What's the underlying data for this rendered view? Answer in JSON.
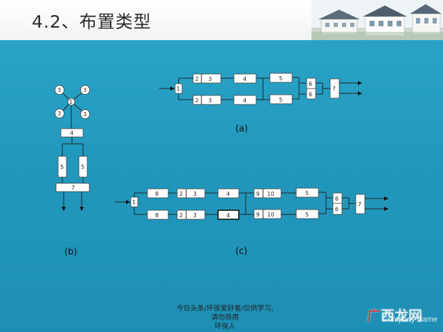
{
  "slide": {
    "title": "4.2、布置类型",
    "company": "Company Name",
    "footer_note": [
      "今日头条/环保爱好者/仅供学习,",
      "请勿商用",
      "环保人"
    ],
    "watermark_accent": "广",
    "watermark_text": "西龙网"
  },
  "diagram": {
    "a": {
      "caption": "(a)",
      "labels": [
        "1",
        "2",
        "3",
        "4",
        "5",
        "2",
        "3",
        "4",
        "5",
        "6",
        "6",
        "7"
      ]
    },
    "b": {
      "caption": "(b)",
      "labels": [
        "3",
        "3",
        "1",
        "3",
        "3",
        "4",
        "5",
        "5",
        "7"
      ]
    },
    "c": {
      "caption": "(c)",
      "labels": [
        "1",
        "8",
        "2",
        "3",
        "4",
        "9",
        "10",
        "5",
        "8",
        "2",
        "3",
        "4",
        "9",
        "10",
        "5",
        "6",
        "6",
        "7"
      ]
    }
  },
  "colors": {
    "background": "#26a0c2",
    "header": "#ffffff",
    "blocks": "#ffffff"
  }
}
